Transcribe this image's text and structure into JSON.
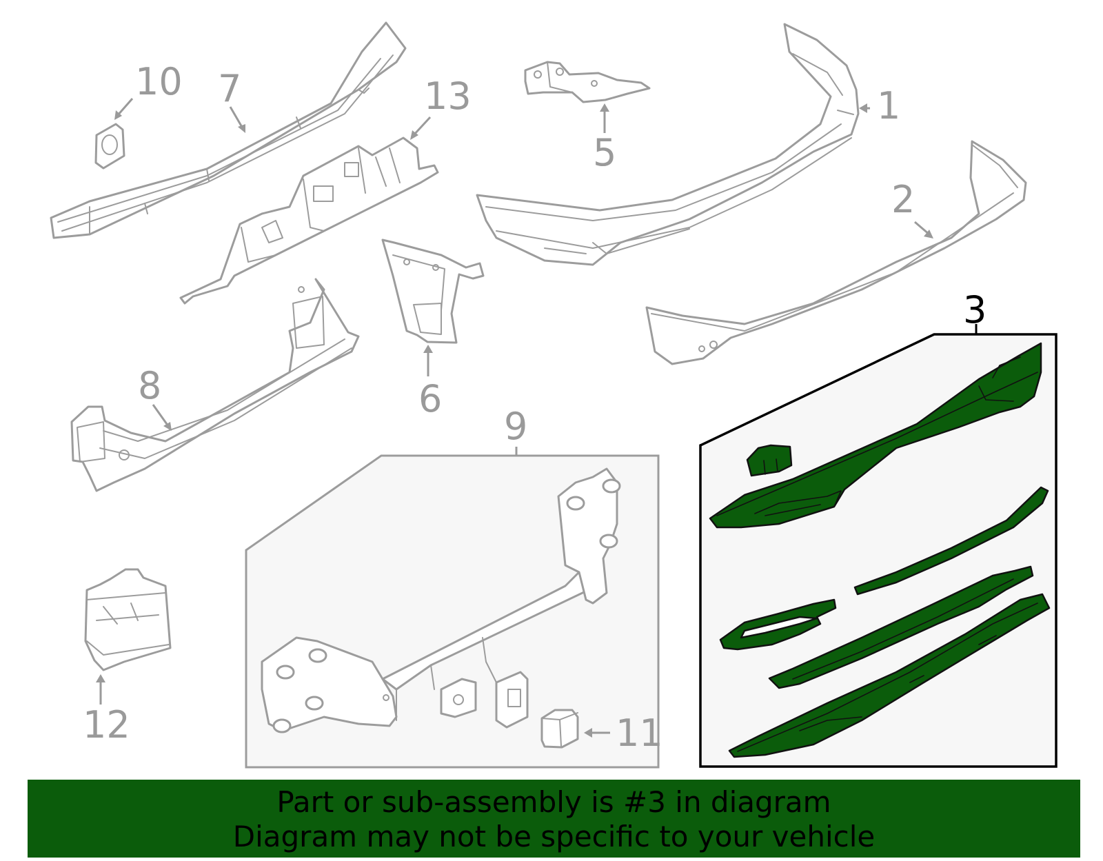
{
  "callouts": {
    "c1": "1",
    "c2": "2",
    "c3": "3",
    "c5": "5",
    "c6": "6",
    "c7": "7",
    "c8": "8",
    "c9": "9",
    "c10": "10",
    "c11": "11",
    "c12": "12",
    "c13": "13"
  },
  "highlighted_callout": "3",
  "colors": {
    "highlight": "#0b5c0b",
    "line_gray": "#9c9c9c",
    "box_fill": "#f7f7f7"
  },
  "banner": {
    "line1": "Part or sub-assembly is #3 in diagram",
    "line2": "Diagram may not be specific to your vehicle"
  }
}
